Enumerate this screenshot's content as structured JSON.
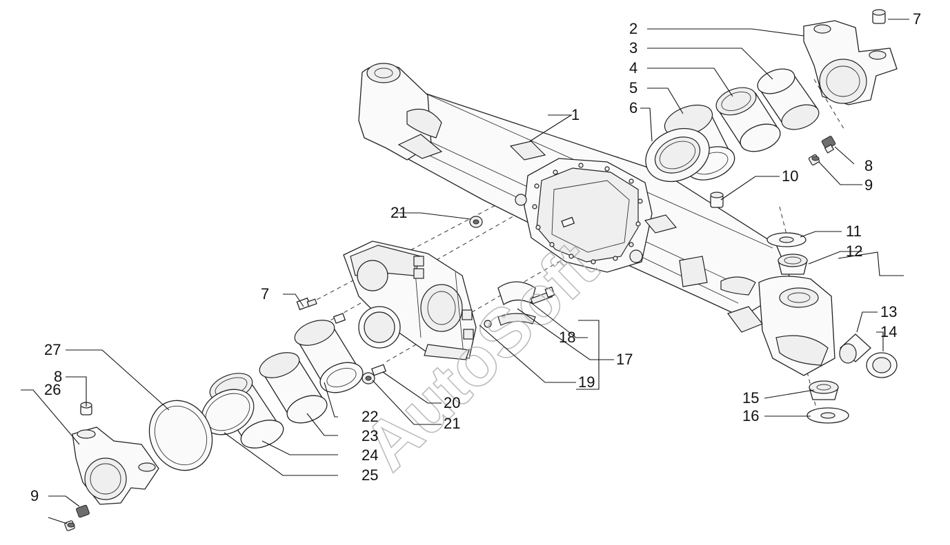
{
  "diagram": {
    "watermark": "AutoSoft",
    "callouts": [
      {
        "id": "c1",
        "text": "1"
      },
      {
        "id": "c2",
        "text": "2"
      },
      {
        "id": "c3",
        "text": "3"
      },
      {
        "id": "c4",
        "text": "4"
      },
      {
        "id": "c5",
        "text": "5"
      },
      {
        "id": "c6",
        "text": "6"
      },
      {
        "id": "c7a",
        "text": "7"
      },
      {
        "id": "c8a",
        "text": "8"
      },
      {
        "id": "c9a",
        "text": "9"
      },
      {
        "id": "c10",
        "text": "10"
      },
      {
        "id": "c11",
        "text": "11"
      },
      {
        "id": "c12",
        "text": "12"
      },
      {
        "id": "c13",
        "text": "13"
      },
      {
        "id": "c14",
        "text": "14"
      },
      {
        "id": "c15",
        "text": "15"
      },
      {
        "id": "c16",
        "text": "16"
      },
      {
        "id": "c17",
        "text": "17"
      },
      {
        "id": "c18",
        "text": "18"
      },
      {
        "id": "c19",
        "text": "19"
      },
      {
        "id": "c20",
        "text": "20"
      },
      {
        "id": "c21a",
        "text": "21"
      },
      {
        "id": "c21b",
        "text": "21"
      },
      {
        "id": "c22",
        "text": "22"
      },
      {
        "id": "c23",
        "text": "23"
      },
      {
        "id": "c24",
        "text": "24"
      },
      {
        "id": "c25",
        "text": "25"
      },
      {
        "id": "c26",
        "text": "26"
      },
      {
        "id": "c27",
        "text": "27"
      },
      {
        "id": "c7b",
        "text": "7"
      },
      {
        "id": "c8b",
        "text": "8"
      },
      {
        "id": "c9b",
        "text": "9"
      }
    ]
  }
}
